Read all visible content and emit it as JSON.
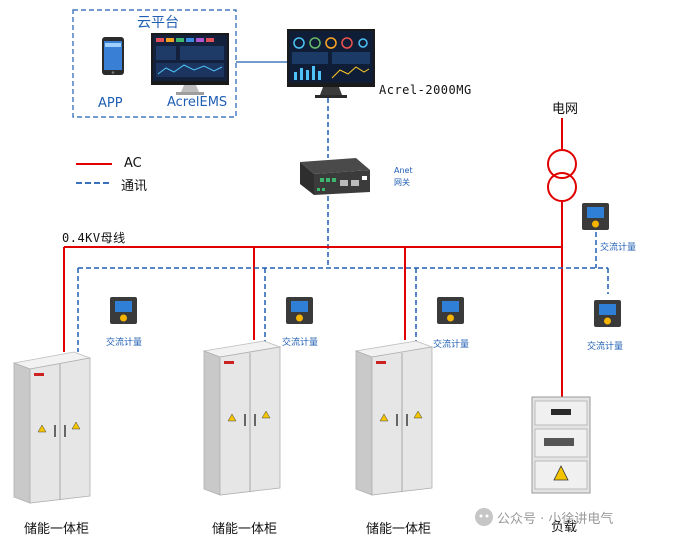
{
  "cloud": {
    "title": "云平台",
    "app_label": "APP",
    "ems_label": "AcrelEMS"
  },
  "server": {
    "label": "Acrel-2000MG"
  },
  "gateway": {
    "label_line1": "Anet",
    "label_line2": "网关"
  },
  "grid": {
    "label": "电网"
  },
  "legend": {
    "ac_label": "AC",
    "comm_label": "通讯"
  },
  "bus": {
    "label": "0.4KV母线"
  },
  "meters": {
    "label": "交流计量"
  },
  "cabinets": {
    "label": "储能一体柜"
  },
  "load": {
    "label": "负载"
  },
  "watermark": {
    "text": "公众号 · 小徐讲电气"
  },
  "colors": {
    "ac": "#e00000",
    "comm": "#1f5fb4",
    "cabinet": "#e6e6e6",
    "text": "#111111"
  },
  "icons": [
    "phone-icon",
    "monitor-icon",
    "gateway-icon",
    "transformer-icon",
    "meter-icon",
    "cabinet-icon",
    "load-cabinet-icon",
    "wechat-icon"
  ]
}
